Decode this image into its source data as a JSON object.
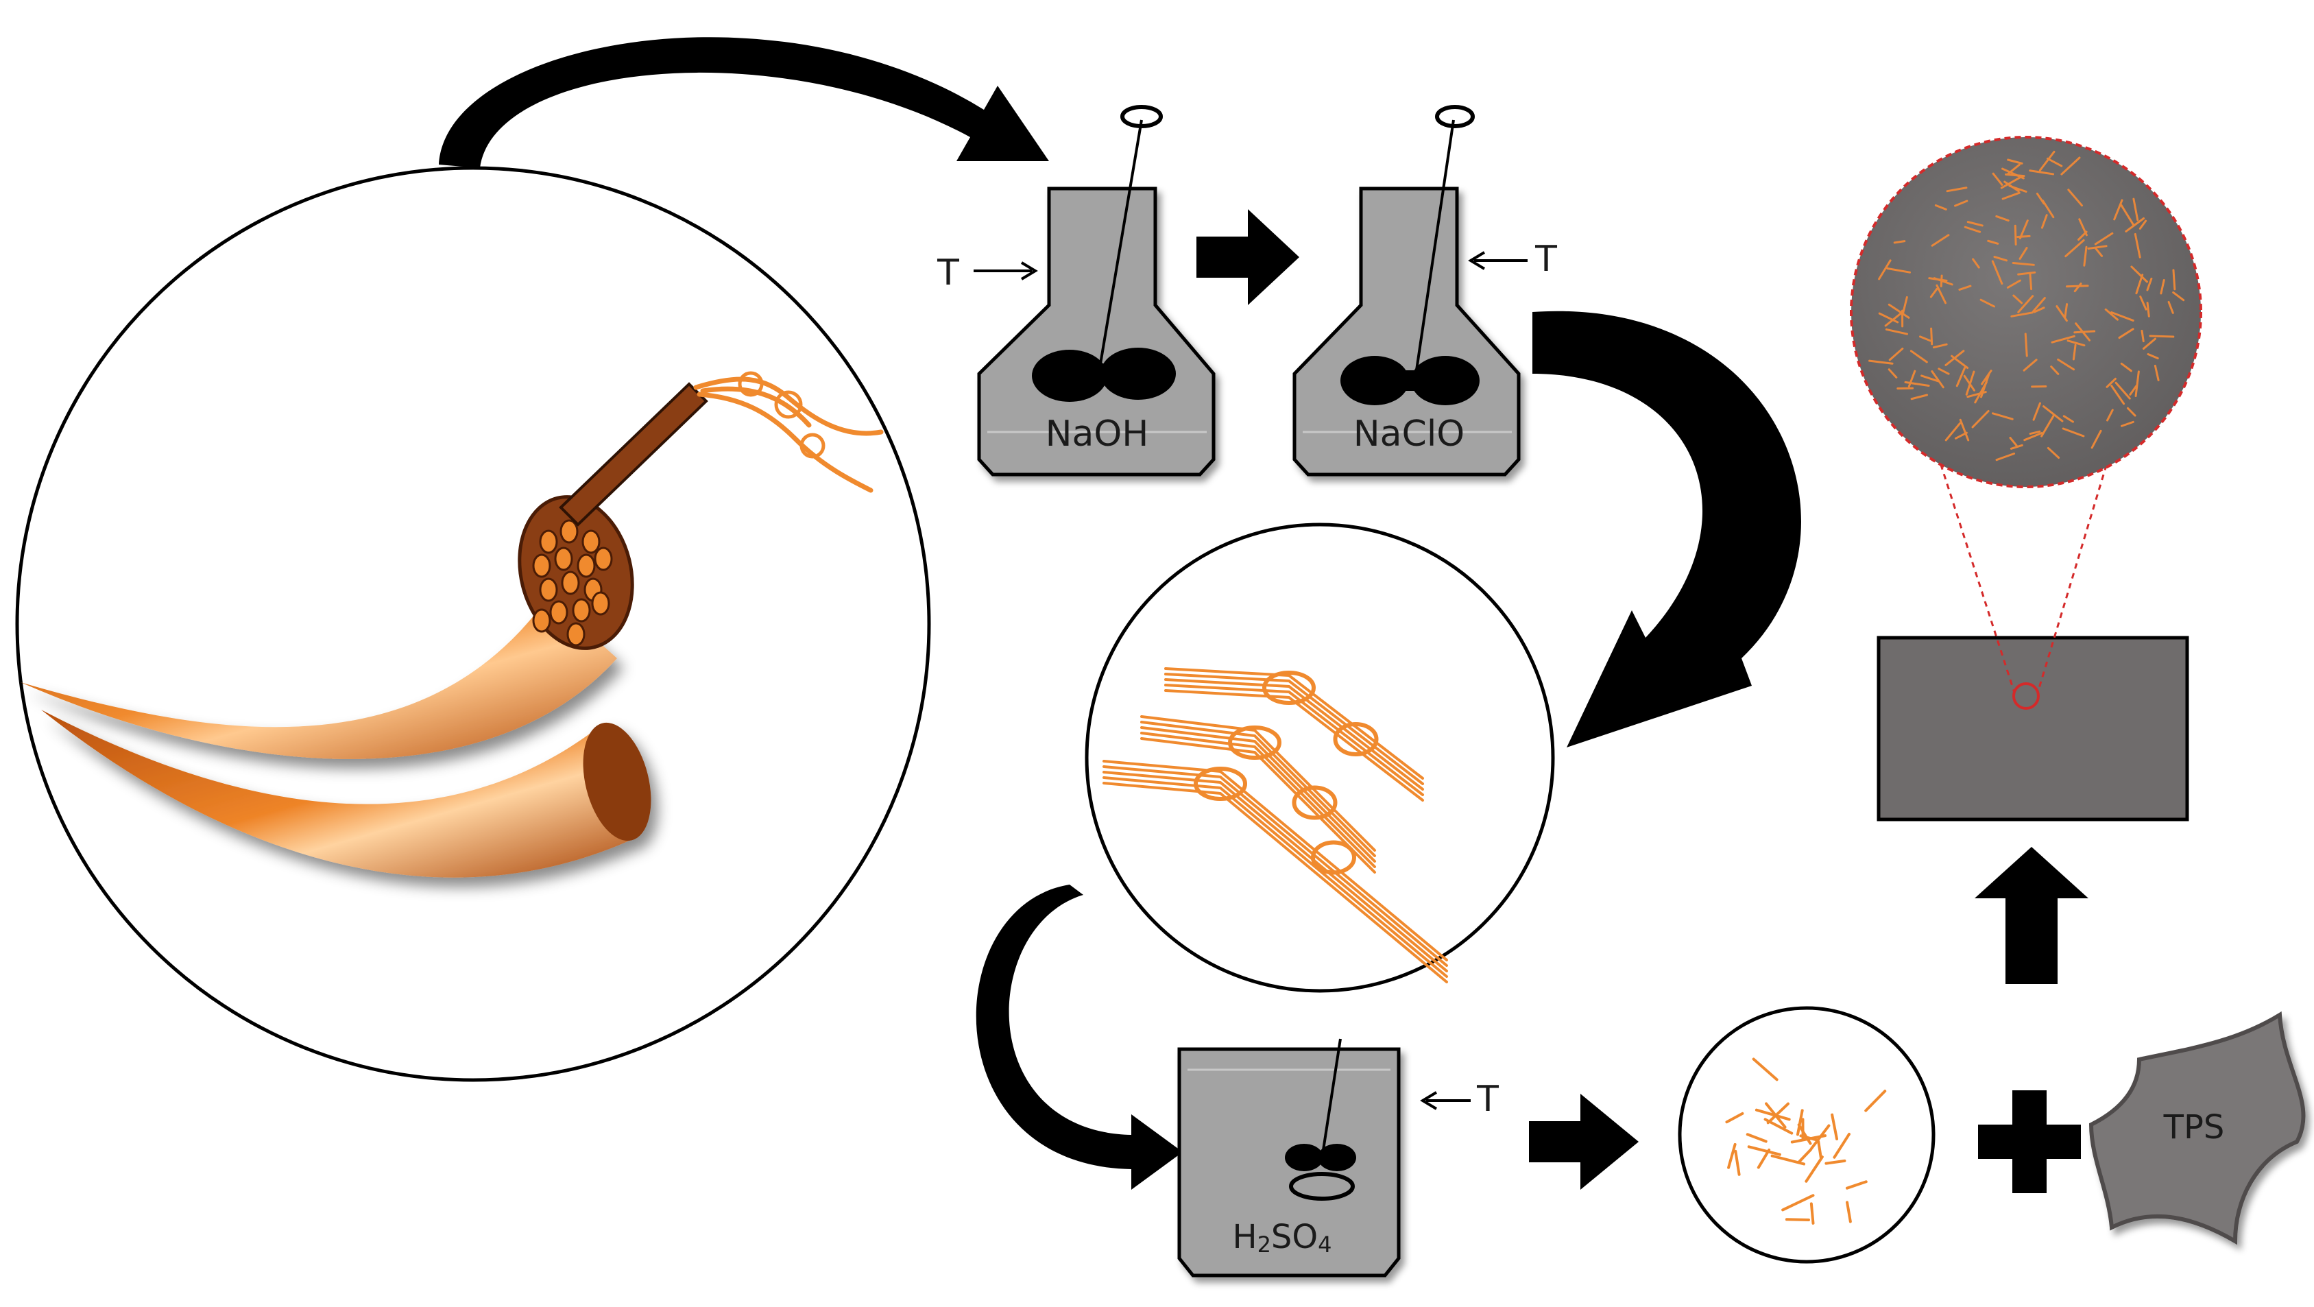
{
  "reactors": {
    "first_chemical": "NaOH",
    "second_chemical": "NaClO",
    "third_chemical_main": "H",
    "third_chemical_sub1": "2",
    "third_chemical_mid": "SO",
    "third_chemical_sub2": "4"
  },
  "temperature_labels": {
    "reactor1": "T",
    "reactor2": "T",
    "reactor3": "T"
  },
  "matrix_label": "TPS",
  "colors": {
    "fiber_orange": "#e07a1f",
    "fiber_dark": "#7a3510",
    "vessel_gray": "#a3a3a3",
    "composite_gray": "#6f6c6c",
    "zoom_red": "#d42a2a",
    "arrow_black": "#000000"
  }
}
